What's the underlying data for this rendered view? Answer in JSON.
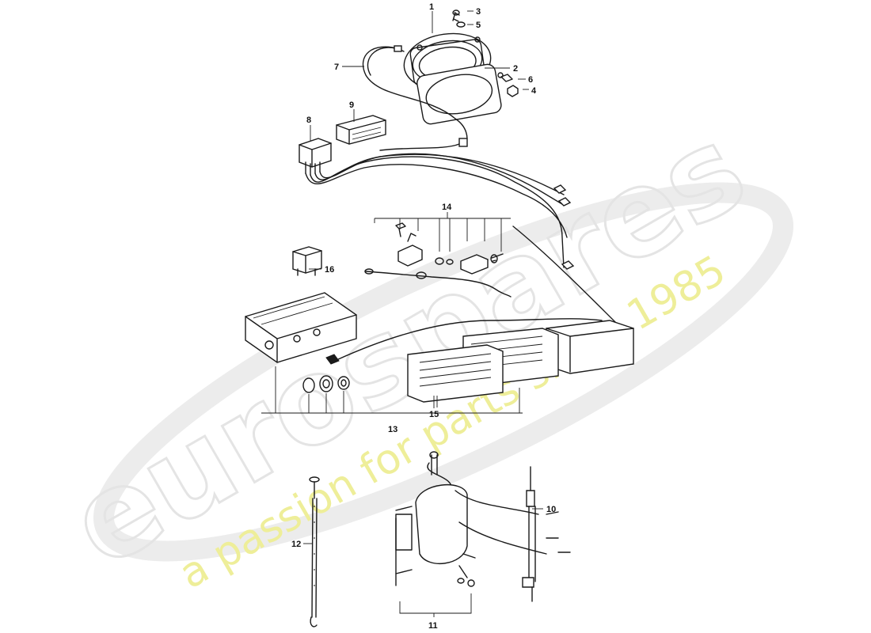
{
  "watermark": {
    "brand": "eurospares",
    "tagline": "a passion for parts since 1985"
  },
  "callouts": {
    "c1": "1",
    "c2": "2",
    "c3": "3",
    "c4": "4",
    "c5": "5",
    "c6": "6",
    "c7": "7",
    "c8": "8",
    "c9": "9",
    "c10": "10",
    "c11": "11",
    "c12": "12",
    "c13": "13",
    "c14": "14",
    "c15": "15",
    "c16": "16"
  }
}
